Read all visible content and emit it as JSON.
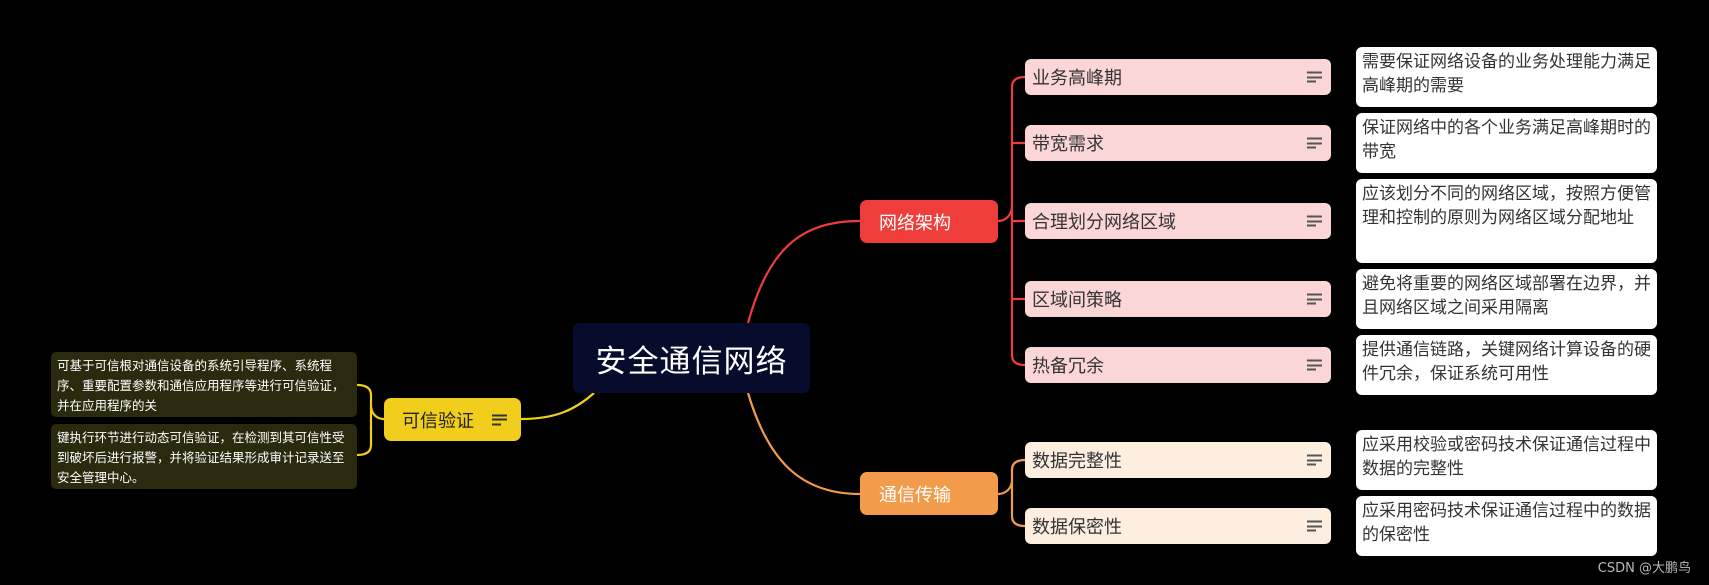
{
  "central": "安全通信网络",
  "branches": {
    "arch": {
      "label": "网络架构",
      "color": "#ee3d3a",
      "items": [
        {
          "label": "业务高峰期",
          "note": "需要保证网络设备的业务处理能力满足高峰期的需要"
        },
        {
          "label": "带宽需求",
          "note": "保证网络中的各个业务满足高峰期时的带宽"
        },
        {
          "label": "合理划分网络区域",
          "note": "应该划分不同的网络区域，按照方便管理和控制的原则为网络区域分配地址"
        },
        {
          "label": "区域间策略",
          "note": "避免将重要的网络区域部署在边界，并且网络区域之间采用隔离"
        },
        {
          "label": "热备冗余",
          "note": "提供通信链路，关键网络计算设备的硬件冗余，保证系统可用性"
        }
      ]
    },
    "trans": {
      "label": "通信传输",
      "color": "#f29b4b",
      "items": [
        {
          "label": "数据完整性",
          "note": "应采用校验或密码技术保证通信过程中数据的完整性"
        },
        {
          "label": "数据保密性",
          "note": "应采用密码技术保证通信过程中的数据的保密性"
        }
      ]
    },
    "trust": {
      "label": "可信验证",
      "color": "#f1ce1c",
      "notes": [
        "可基于可信根对通信设备的系统引导程序、系统程序、重要配置参数和通信应用程序等进行可信验证，并在应用程序的关",
        "键执行环节进行动态可信验证，在检测到其可信性受到破坏后进行报警，并将验证结果形成审计记录送至安全管理中心。"
      ]
    }
  },
  "watermark": "CSDN @大鹏鸟"
}
